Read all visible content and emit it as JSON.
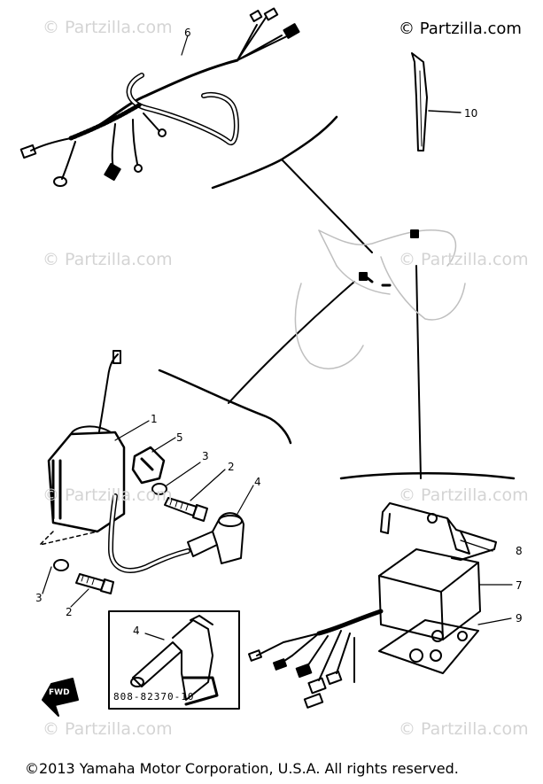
{
  "watermarks": {
    "brand_dark": "© Partzilla.com",
    "brand_light": "© Partzilla.com"
  },
  "callouts": {
    "p1": "1",
    "p2a": "2",
    "p2b": "2",
    "p3a": "3",
    "p3b": "3",
    "p4a": "4",
    "p4b": "4",
    "p5": "5",
    "p6": "6",
    "p7": "7",
    "p8": "8",
    "p9": "9",
    "p10": "10"
  },
  "part_code": "808-82370-10",
  "forward_label": "FWD",
  "copyright": "©2013  Yamaha Motor Corporation, U.S.A. All rights reserved.",
  "colors": {
    "ink": "#000000",
    "watermark": "#d4d4d4",
    "background": "#ffffff"
  }
}
